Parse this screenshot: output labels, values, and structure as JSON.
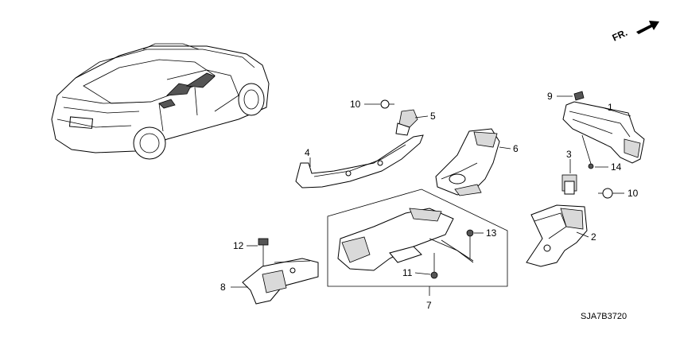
{
  "direction_label": "FR.",
  "diagram_code": "SJA7B3720",
  "callouts": {
    "p1": "1",
    "p2": "2",
    "p3": "3",
    "p4": "4",
    "p5": "5",
    "p6": "6",
    "p7": "7",
    "p8": "8",
    "p9": "9",
    "p10a": "10",
    "p10b": "10",
    "p11": "11",
    "p12": "12",
    "p13": "13",
    "p14": "14"
  }
}
